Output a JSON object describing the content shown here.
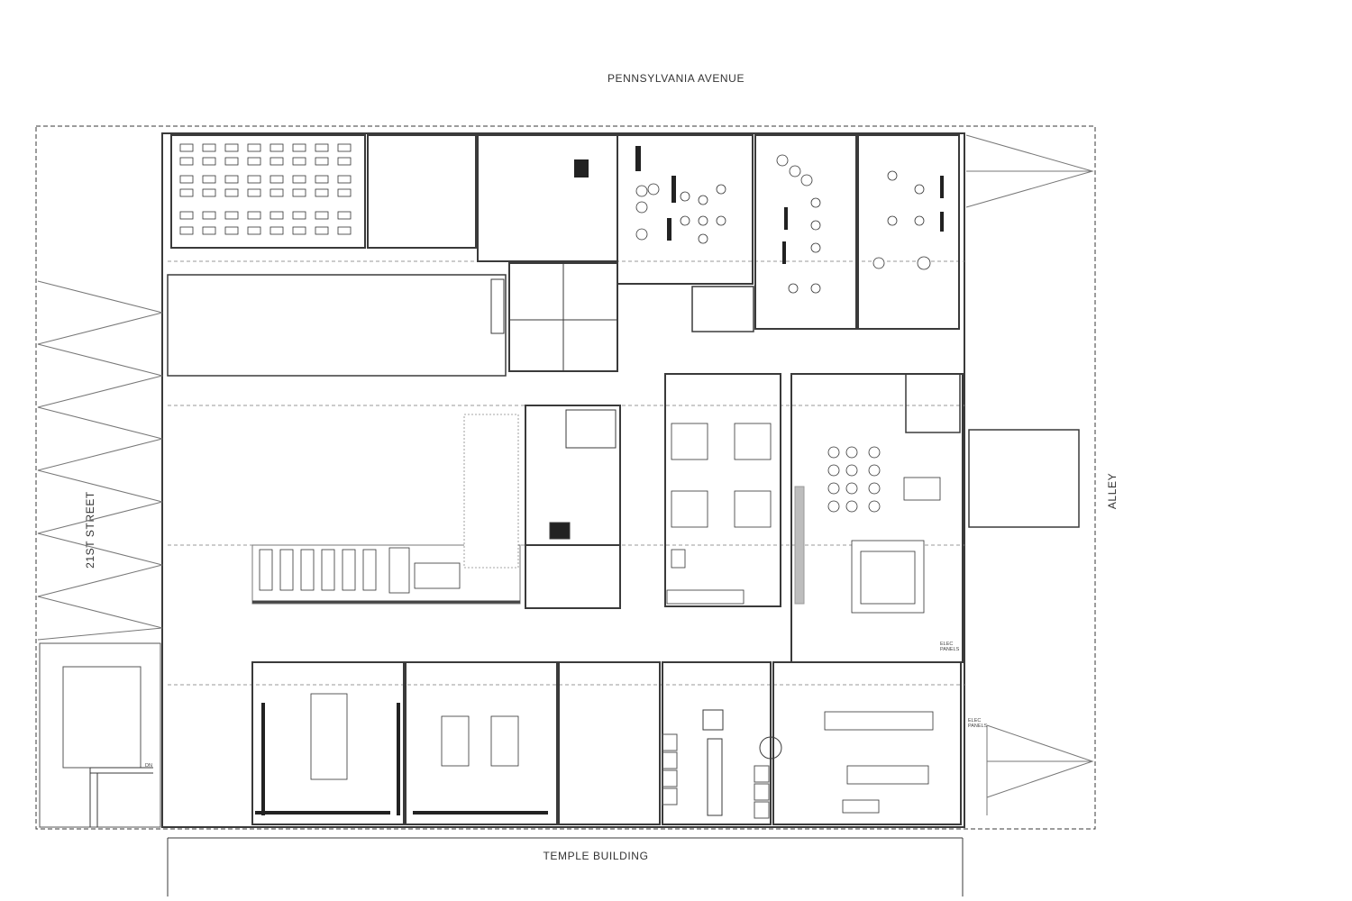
{
  "streets": {
    "north": "PENNSYLVANIA AVENUE",
    "south": "TEMPLE BUILDING",
    "west": "21ST STREET",
    "east": "ALLEY"
  },
  "annotations": {
    "elec_1": "ELEC\nPANELS",
    "elec_2": "ELEC\nPANELS",
    "stair_dn": "DN"
  },
  "colors": {
    "line": "#3a3a3a",
    "wall": "#555555",
    "background": "#ffffff",
    "accent_gray": "#bdbdbd"
  }
}
